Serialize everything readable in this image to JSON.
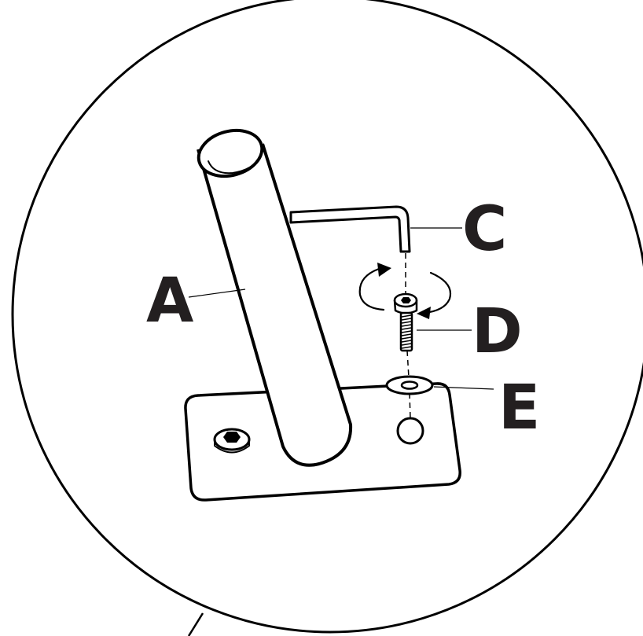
{
  "labels": {
    "a": "A",
    "c": "C",
    "d": "D",
    "e": "E"
  },
  "parts": {
    "a": "tube-with-base-plate",
    "c": "hex-key",
    "d": "bolt",
    "e": "washer"
  },
  "colors": {
    "ink": "#000000",
    "paper": "#ffffff",
    "label": "#231f20"
  },
  "icons": {
    "rotation": "rotate-arrows-icon",
    "hex-nut": "hex-nut-icon"
  }
}
